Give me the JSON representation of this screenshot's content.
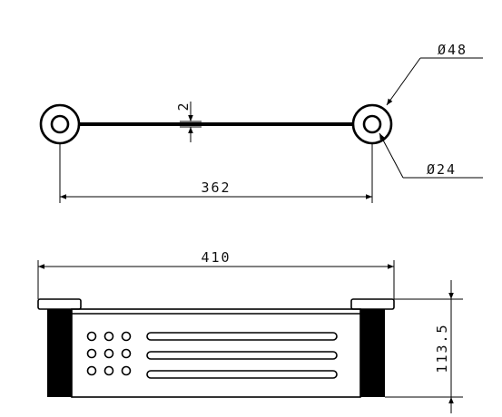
{
  "top_view": {
    "dim_length": "362",
    "dim_thickness": "2",
    "dim_outer_diameter": "Ø48",
    "dim_inner_diameter": "Ø24"
  },
  "front_view": {
    "dim_width": "410",
    "dim_height": "113.5",
    "hole_grid": {
      "rows": 3,
      "cols": 3
    },
    "slot_count": 3
  }
}
